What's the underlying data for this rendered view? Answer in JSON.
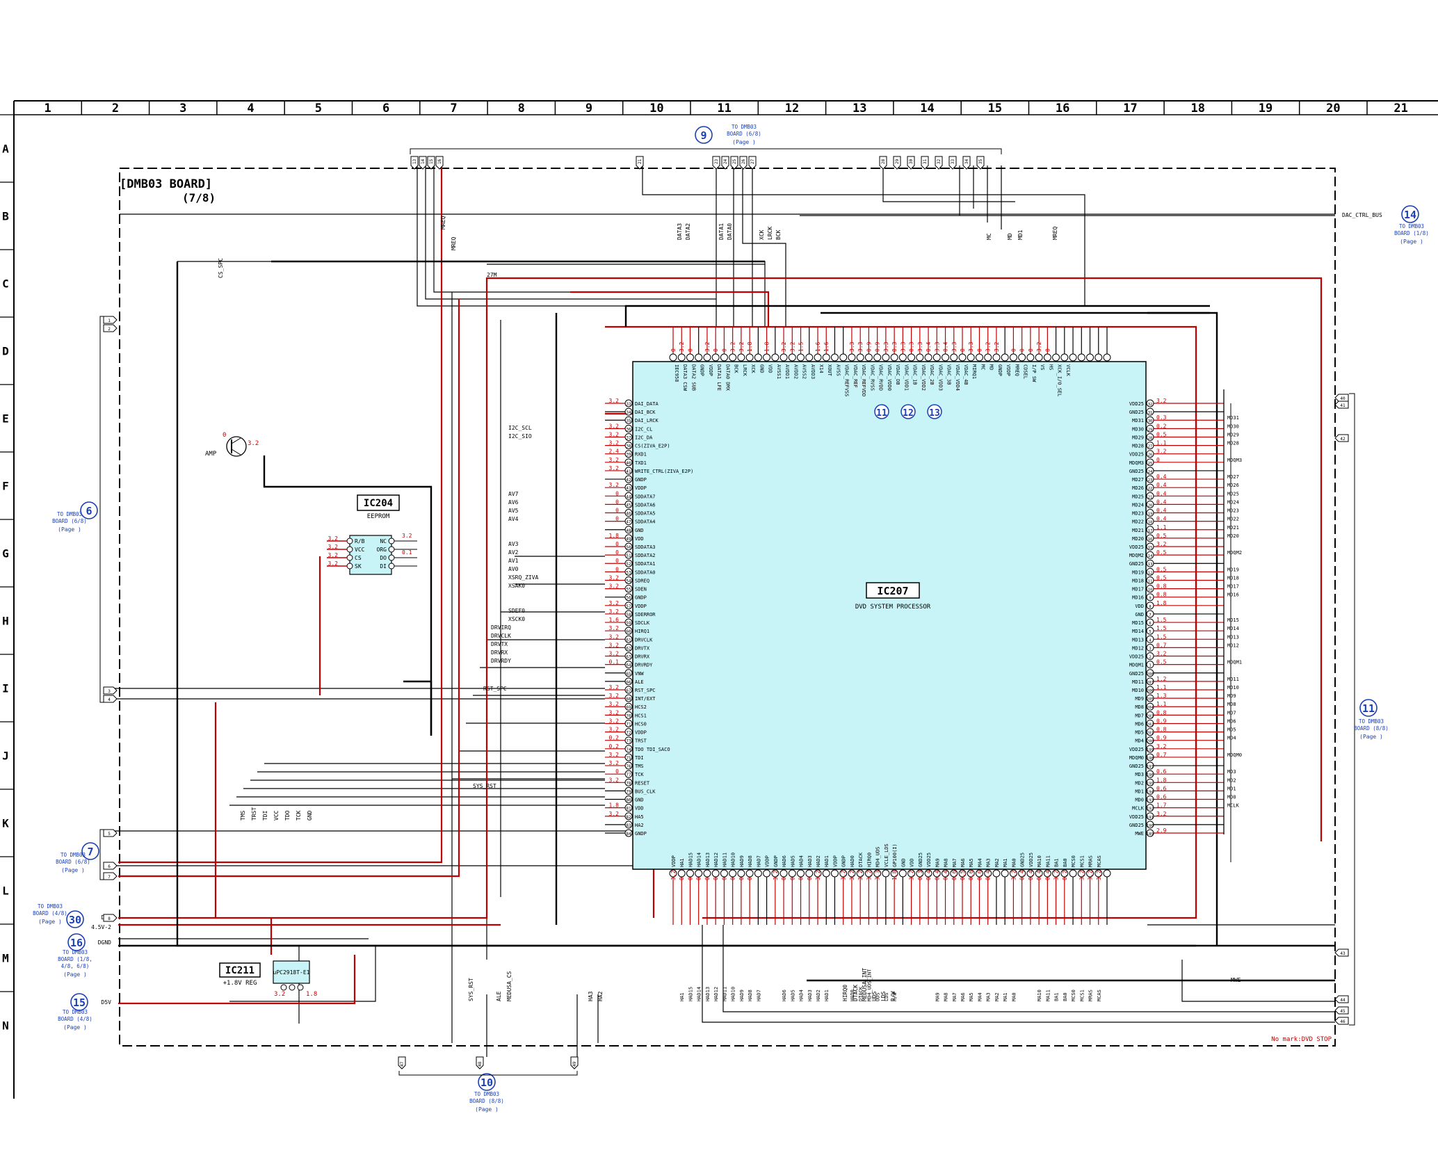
{
  "board_title": "[DMB03 BOARD]",
  "board_page": "(7/8)",
  "columns": [
    "1",
    "2",
    "3",
    "4",
    "5",
    "6",
    "7",
    "8",
    "9",
    "10",
    "11",
    "12",
    "13",
    "14",
    "15",
    "16",
    "17",
    "18",
    "19",
    "20",
    "21"
  ],
  "rows": [
    "A",
    "B",
    "C",
    "D",
    "E",
    "F",
    "G",
    "H",
    "I",
    "J",
    "K",
    "L",
    "M",
    "N"
  ],
  "ic207": {
    "ref": "IC207",
    "desc": "DVD SYSTEM PROCESSOR"
  },
  "ic204": {
    "ref": "IC204",
    "desc": "EEPROM",
    "pins_left": [
      "R/B",
      "VCC",
      "CS",
      "SK"
    ],
    "pins_right": [
      "NC",
      "ORG",
      "DO",
      "DI"
    ]
  },
  "ic211": {
    "ref": "IC211",
    "desc": "+1.8V REG",
    "part": "uPC2918T-E1"
  },
  "amp_label": "AMP",
  "left_pins": [
    {
      "n": "33",
      "name": "DAI_DATA"
    },
    {
      "n": "34",
      "name": "DAI_BCK"
    },
    {
      "n": "35",
      "name": "DAI_LRCK"
    },
    {
      "n": "36",
      "name": "I2C_CL"
    },
    {
      "n": "37",
      "name": "I2C_DA"
    },
    {
      "n": "38",
      "name": "CS(ZIVA_E2P)"
    },
    {
      "n": "39",
      "name": "RXD1"
    },
    {
      "n": "40",
      "name": "TXD1"
    },
    {
      "n": "41",
      "name": "WRITE_CTRL(ZIVA_E2P)"
    },
    {
      "n": "42",
      "name": "GNDP"
    },
    {
      "n": "43",
      "name": "VDDP"
    },
    {
      "n": "44",
      "name": "SDDATA7"
    },
    {
      "n": "45",
      "name": "SDDATA6"
    },
    {
      "n": "46",
      "name": "SDDATA5"
    },
    {
      "n": "47",
      "name": "SDDATA4"
    },
    {
      "n": "48",
      "name": "GND"
    },
    {
      "n": "49",
      "name": "VDD"
    },
    {
      "n": "50",
      "name": "SDDATA3"
    },
    {
      "n": "51",
      "name": "SDDATA2"
    },
    {
      "n": "52",
      "name": "SDDATA1"
    },
    {
      "n": "53",
      "name": "SDDATA0"
    },
    {
      "n": "54",
      "name": "SDREQ"
    },
    {
      "n": "55",
      "name": "SDEN"
    },
    {
      "n": "56",
      "name": "GNDP"
    },
    {
      "n": "57",
      "name": "VDDP"
    },
    {
      "n": "58",
      "name": "SDERROR"
    },
    {
      "n": "59",
      "name": "SDCLK"
    },
    {
      "n": "60",
      "name": "HIRQ1"
    },
    {
      "n": "61",
      "name": "DRVCLK"
    },
    {
      "n": "62",
      "name": "DRVTX"
    },
    {
      "n": "63",
      "name": "DRVRX"
    },
    {
      "n": "64",
      "name": "DRVRDY"
    },
    {
      "n": "65",
      "name": "VNW"
    },
    {
      "n": "66",
      "name": "ALE"
    },
    {
      "n": "67",
      "name": "RST_SPC"
    },
    {
      "n": "68",
      "name": "INT/EXT"
    },
    {
      "n": "69",
      "name": "HCS2"
    },
    {
      "n": "70",
      "name": "HCS1"
    },
    {
      "n": "71",
      "name": "HCS0"
    },
    {
      "n": "72",
      "name": "VDDP"
    },
    {
      "n": "73",
      "name": "TRST"
    },
    {
      "n": "74",
      "name": "TDO TDI_SACO"
    },
    {
      "n": "75",
      "name": "TDI"
    },
    {
      "n": "76",
      "name": "TMS"
    },
    {
      "n": "77",
      "name": "TCK"
    },
    {
      "n": "78",
      "name": "RESET"
    },
    {
      "n": "79",
      "name": "BUS_CLK"
    },
    {
      "n": "80",
      "name": "GND"
    },
    {
      "n": "81",
      "name": "VDD"
    },
    {
      "n": "82",
      "name": "HA5"
    },
    {
      "n": "83",
      "name": "HA2"
    },
    {
      "n": "84",
      "name": "GNDP"
    }
  ],
  "left_voltages": [
    "3.2",
    "",
    "",
    "3.2",
    "3.2",
    "3.2",
    "2.4",
    "3.2",
    "3.2",
    "",
    "3.2",
    "0",
    "0",
    "0",
    "0",
    "",
    "1.8",
    "0",
    "0",
    "0",
    "0",
    "3.2",
    "3.2",
    "",
    "3.2",
    "3.2",
    "1.6",
    "3.2",
    "3.2",
    "3.2",
    "3.2",
    "0.1",
    "",
    "",
    "3.2",
    "3.2",
    "3.2",
    "3.2",
    "3.2",
    "3.2",
    "0.2",
    "0.2",
    "3.2",
    "3.2",
    "0",
    "3.2",
    "",
    "",
    "1.8",
    "3.2",
    "",
    ""
  ],
  "right_pins": [
    {
      "n": "32",
      "name": "VDD25"
    },
    {
      "n": "31",
      "name": "GND25"
    },
    {
      "n": "30",
      "name": "MD31"
    },
    {
      "n": "29",
      "name": "MD30"
    },
    {
      "n": "28",
      "name": "MD29"
    },
    {
      "n": "27",
      "name": "MD28"
    },
    {
      "n": "26",
      "name": "VDD25"
    },
    {
      "n": "25",
      "name": "MDQM3"
    },
    {
      "n": "24",
      "name": "GND25"
    },
    {
      "n": "23",
      "name": "MD27"
    },
    {
      "n": "22",
      "name": "MD26"
    },
    {
      "n": "21",
      "name": "MD25"
    },
    {
      "n": "20",
      "name": "MD24"
    },
    {
      "n": "19",
      "name": "MD23"
    },
    {
      "n": "18",
      "name": "MD22"
    },
    {
      "n": "17",
      "name": "MD21"
    },
    {
      "n": "16",
      "name": "MD20"
    },
    {
      "n": "15",
      "name": "VDD25"
    },
    {
      "n": "14",
      "name": "MDQM2"
    },
    {
      "n": "13",
      "name": "GND25"
    },
    {
      "n": "12",
      "name": "MD19"
    },
    {
      "n": "11",
      "name": "MD18"
    },
    {
      "n": "10",
      "name": "MD17"
    },
    {
      "n": "9",
      "name": "MD16"
    },
    {
      "n": "8",
      "name": "VDD"
    },
    {
      "n": "7",
      "name": "GND"
    },
    {
      "n": "6",
      "name": "MD15"
    },
    {
      "n": "5",
      "name": "MD14"
    },
    {
      "n": "4",
      "name": "MD13"
    },
    {
      "n": "3",
      "name": "MD12"
    },
    {
      "n": "2",
      "name": "VDD25"
    },
    {
      "n": "1",
      "name": "MDQM1"
    },
    {
      "n": "208",
      "name": "GND25"
    },
    {
      "n": "207",
      "name": "MD11"
    },
    {
      "n": "206",
      "name": "MD10"
    },
    {
      "n": "205",
      "name": "MD9"
    },
    {
      "n": "204",
      "name": "MD8"
    },
    {
      "n": "203",
      "name": "MD7"
    },
    {
      "n": "202",
      "name": "MD6"
    },
    {
      "n": "201",
      "name": "MD5"
    },
    {
      "n": "200",
      "name": "MD4"
    },
    {
      "n": "199",
      "name": "VDD25"
    },
    {
      "n": "198",
      "name": "MDQM0"
    },
    {
      "n": "197",
      "name": "GND25"
    },
    {
      "n": "196",
      "name": "MD3"
    },
    {
      "n": "195",
      "name": "MD2"
    },
    {
      "n": "194",
      "name": "MD1"
    },
    {
      "n": "193",
      "name": "MD0"
    },
    {
      "n": "192",
      "name": "MCLK"
    },
    {
      "n": "191",
      "name": "VDD25"
    },
    {
      "n": "190",
      "name": "GND25"
    },
    {
      "n": "189",
      "name": "MWE"
    }
  ],
  "right_voltages": [
    "3.2",
    "",
    "0.3",
    "0.2",
    "0.5",
    "1.1",
    "3.2",
    "0",
    "",
    "0.4",
    "0.4",
    "0.4",
    "0.4",
    "0.4",
    "0.4",
    "1.1",
    "0.5",
    "3.2",
    "0.5",
    "",
    "0.5",
    "0.5",
    "0.8",
    "0.8",
    "1.8",
    "",
    "1.5",
    "1.5",
    "1.5",
    "0.7",
    "3.2",
    "0.5",
    "",
    "1.2",
    "1.1",
    "1.3",
    "1.1",
    "0.8",
    "0.9",
    "0.8",
    "0.9",
    "3.2",
    "0.7",
    "",
    "0.6",
    "1.8",
    "0.6",
    "0.6",
    "1.7",
    "3.2",
    "",
    "2.9"
  ],
  "right_nets": [
    "",
    "",
    "MD31",
    "MD30",
    "MD29",
    "MD28",
    "",
    "MDQM3",
    "",
    "MD27",
    "MD26",
    "MD25",
    "MD24",
    "MD23",
    "MD22",
    "MD21",
    "MD20",
    "",
    "MDQM2",
    "",
    "MD19",
    "MD18",
    "MD17",
    "MD16",
    "",
    "",
    "MD15",
    "MD14",
    "MD13",
    "MD12",
    "",
    "MDQM1",
    "",
    "MD11",
    "MD10",
    "MD9",
    "MD8",
    "MD7",
    "MD6",
    "MD5",
    "MD4",
    "",
    "MDQM0",
    "",
    "MD3",
    "MD2",
    "MD1",
    "MD0",
    "MCLK",
    "",
    "",
    ""
  ],
  "top_pins": [
    {
      "n": "156",
      "name": "IEC958"
    },
    {
      "n": "155",
      "name": "DATA3 CSW"
    },
    {
      "n": "154",
      "name": "DATA2 SUB"
    },
    {
      "n": "153",
      "name": "GNDP"
    },
    {
      "n": "152",
      "name": "VDDP"
    },
    {
      "n": "151",
      "name": "DATA1 LFE"
    },
    {
      "n": "150",
      "name": "DATA0 DMX"
    },
    {
      "n": "149",
      "name": "BCK"
    },
    {
      "n": "148",
      "name": "LRCK"
    },
    {
      "n": "147",
      "name": "XCK"
    },
    {
      "n": "146",
      "name": "GND"
    },
    {
      "n": "145",
      "name": "VDD"
    },
    {
      "n": "144",
      "name": "AVSS1"
    },
    {
      "n": "143",
      "name": "AVDD1"
    },
    {
      "n": "142",
      "name": "AVDD2"
    },
    {
      "n": "141",
      "name": "AVSS2"
    },
    {
      "n": "140",
      "name": "AVDD3"
    },
    {
      "n": "139",
      "name": "X14"
    },
    {
      "n": "138",
      "name": "XOUT"
    },
    {
      "n": "137",
      "name": "AVSS"
    },
    {
      "n": "136",
      "name": "VDAC_REFVSS"
    },
    {
      "n": "135",
      "name": "VDAC_REF"
    },
    {
      "n": "134",
      "name": "VDAC_REFVDD"
    },
    {
      "n": "133",
      "name": "VDAC_RVSS"
    },
    {
      "n": "132",
      "name": "VDAC_RVDD"
    },
    {
      "n": "131",
      "name": "VDAC_VDD0"
    },
    {
      "n": "130",
      "name": "VDAC_DB"
    },
    {
      "n": "129",
      "name": "VDAC_VDD1"
    },
    {
      "n": "128",
      "name": "VDAC_1B"
    },
    {
      "n": "127",
      "name": "VDAC_VDD2"
    },
    {
      "n": "126",
      "name": "VDAC_2B"
    },
    {
      "n": "125",
      "name": "VDAC_VDD3"
    },
    {
      "n": "124",
      "name": "VDAC_3B"
    },
    {
      "n": "123",
      "name": "VDAC_VDD4"
    },
    {
      "n": "122",
      "name": "VDAC_4B"
    },
    {
      "n": "121",
      "name": "MIRQ1"
    },
    {
      "n": "120",
      "name": "MC"
    },
    {
      "n": "119",
      "name": "MD"
    },
    {
      "n": "118",
      "name": "GNDP"
    },
    {
      "n": "117",
      "name": "VDDP"
    },
    {
      "n": "116",
      "name": "MREQ"
    },
    {
      "n": "115",
      "name": "CDSEL"
    },
    {
      "n": "114",
      "name": "I/P SW"
    },
    {
      "n": "113",
      "name": "VS"
    },
    {
      "n": "112",
      "name": "HS"
    },
    {
      "n": "111",
      "name": "XCK_I/O_SEL"
    },
    {
      "n": "110",
      "name": "VCLK"
    },
    {
      "n": "109",
      "name": ""
    },
    {
      "n": "108",
      "name": ""
    },
    {
      "n": "107",
      "name": ""
    },
    {
      "n": "106",
      "name": ""
    },
    {
      "n": "105",
      "name": ""
    }
  ],
  "top_voltages": [
    "0",
    "3.2",
    "0",
    "",
    "3.2",
    "0",
    "0",
    "3.2",
    "3.2",
    "1.8",
    "",
    "1.8",
    "",
    "3.2",
    "3.2",
    "1.5",
    "",
    "1.6",
    "1.6",
    "",
    "",
    "3.3",
    "3.3",
    "0.9",
    "0.9",
    "3.3",
    "0.3",
    "3.3",
    "0.3",
    "3.3",
    "0.4",
    "3.3",
    "0.4",
    "3.3",
    "0",
    "3.3",
    "0",
    "3.2",
    "3.2",
    "",
    "0",
    "0",
    "0",
    "3.2",
    "0",
    "",
    "",
    "",
    "",
    "",
    ""
  ],
  "bottom_pins": [
    {
      "n": "85",
      "name": "VDDP"
    },
    {
      "n": "86",
      "name": "HA1"
    },
    {
      "n": "87",
      "name": "HAD15"
    },
    {
      "n": "88",
      "name": "HAD14"
    },
    {
      "n": "89",
      "name": "HAD13"
    },
    {
      "n": "90",
      "name": "HAD12"
    },
    {
      "n": "91",
      "name": "HAD11"
    },
    {
      "n": "92",
      "name": "HAD10"
    },
    {
      "n": "93",
      "name": "HAD9"
    },
    {
      "n": "94",
      "name": "HAD8"
    },
    {
      "n": "95",
      "name": "HAD7"
    },
    {
      "n": "96",
      "name": "VDDP"
    },
    {
      "n": "97",
      "name": "GNDP"
    },
    {
      "n": "98",
      "name": "HAD6"
    },
    {
      "n": "99",
      "name": "HAD5"
    },
    {
      "n": "100",
      "name": "HAD4"
    },
    {
      "n": "101",
      "name": "HAD3"
    },
    {
      "n": "102",
      "name": "HAD2"
    },
    {
      "n": "103",
      "name": "HAD1"
    },
    {
      "n": "104",
      "name": "VDDP"
    },
    {
      "n": "105",
      "name": "GNDP"
    },
    {
      "n": "106",
      "name": "HAD0"
    },
    {
      "n": "107",
      "name": "DTACK"
    },
    {
      "n": "108",
      "name": "HIRQ0"
    },
    {
      "n": "109",
      "name": "MD4_UDS"
    },
    {
      "n": "110",
      "name": "VCLE_LDS"
    },
    {
      "n": "111",
      "name": "GP100(I)"
    },
    {
      "n": "112",
      "name": "GND"
    },
    {
      "n": "113",
      "name": "VDD"
    },
    {
      "n": "114",
      "name": "GND25"
    },
    {
      "n": "115",
      "name": "VDD25"
    },
    {
      "n": "116",
      "name": "MA9"
    },
    {
      "n": "117",
      "name": "MA8"
    },
    {
      "n": "118",
      "name": "MA7"
    },
    {
      "n": "119",
      "name": "MA6"
    },
    {
      "n": "120",
      "name": "MA5"
    },
    {
      "n": "121",
      "name": "MA4"
    },
    {
      "n": "122",
      "name": "MA3"
    },
    {
      "n": "123",
      "name": "MA2"
    },
    {
      "n": "124",
      "name": "MA1"
    },
    {
      "n": "125",
      "name": "MA0"
    },
    {
      "n": "126",
      "name": "GND25"
    },
    {
      "n": "127",
      "name": "VDD25"
    },
    {
      "n": "128",
      "name": "MA10"
    },
    {
      "n": "129",
      "name": "MA11"
    },
    {
      "n": "130",
      "name": "BA1"
    },
    {
      "n": "131",
      "name": "BA0"
    },
    {
      "n": "132",
      "name": "MCS0"
    },
    {
      "n": "133",
      "name": "MCS1"
    },
    {
      "n": "134",
      "name": "MRAS"
    },
    {
      "n": "135",
      "name": "MCAS"
    },
    {
      "n": "136",
      "name": ""
    }
  ],
  "bottom_voltages": [
    "3.2",
    "0",
    "0",
    "0",
    "0",
    "0",
    "0",
    "0",
    "0",
    "0",
    "",
    "",
    "3.2",
    "0",
    "0",
    "0",
    "0",
    "3.2",
    "",
    "",
    "3.2",
    "3.2",
    "3.2",
    "3.2",
    "3.3",
    "",
    "1.8",
    "",
    "3.2",
    "0.3",
    "0.4",
    "0.4",
    "0.4",
    "0.6",
    "0.5",
    "0.6",
    "0.6",
    "0.4",
    "",
    "",
    "3.2",
    "0.4",
    "0.4",
    "0.4",
    "0.4",
    "3.2",
    "0.2",
    "",
    "3.2",
    "3.2",
    "3.2"
  ],
  "bottom_nets": [
    "",
    "HA1",
    "HAD15",
    "HAD14",
    "HAD13",
    "HAD12",
    "HAD11",
    "HAD10",
    "HAD9",
    "HAD8",
    "HAD7",
    "",
    "",
    "HAD6",
    "HAD5",
    "HAD4",
    "HAD3",
    "HAD2",
    "HAD1",
    "",
    "",
    "HAD0",
    "DTACK",
    "MD4_UDS_INT",
    "UDS",
    "LDS",
    "R/W",
    "",
    "",
    "",
    "",
    "MA9",
    "MA8",
    "MA7",
    "MA6",
    "MA5",
    "MA4",
    "MA3",
    "MA2",
    "MA1",
    "MA0",
    "",
    "",
    "MA10",
    "MA11",
    "BA1",
    "BA0",
    "MCS0",
    "MCS1",
    "MRAS",
    "MCAS"
  ],
  "top_nets": [
    "DATA3",
    "DATA2",
    "DATA1",
    "DATA0",
    "XCK",
    "LRCK",
    "BCK",
    "MC",
    "MD",
    "MD1",
    "MREQ"
  ],
  "left_nets": [
    "I2C_SCL",
    "I2C_SIO",
    "AV7",
    "AV6",
    "AV5",
    "AV4",
    "AV3",
    "AV2",
    "AV1",
    "AV0",
    "XSRQ_ZIVA",
    "XSAK0",
    "SDEF0",
    "XSCK0",
    "DRVIRQ",
    "DRVCLK",
    "DRVTX",
    "DRVRX",
    "DRVRDY",
    "RST_SPC",
    "SYS_RST",
    "CS_SPC",
    "27M",
    "MREQ",
    "MREQ"
  ],
  "jtag_labels": [
    "TMS",
    "TRST",
    "TDI",
    "VCC",
    "TDO",
    "TCK",
    "GND"
  ],
  "bottom_misc_labels": [
    "SYS_RST",
    "ALE",
    "MEDUSA_CS",
    "HA3",
    "HA2",
    "DTACK",
    "MEDUSA_INT",
    "UDS",
    "LDS",
    "R/W",
    "HIRQ0",
    "MWE"
  ],
  "connectors": {
    "c9": {
      "num": "9",
      "text": "TO DMB03 BOARD (6/8)",
      "page": "(Page    )"
    },
    "c14": {
      "num": "14",
      "text": "TO DMB03 BOARD (1/8)",
      "page": "(Page    )",
      "signal": "DAC_CTRL_BUS"
    },
    "c6": {
      "num": "6",
      "text": "TO DMB03 BOARD (6/8)",
      "page": "(Page    )"
    },
    "c7": {
      "num": "7",
      "text": "TO DMB03 BOARD (6/8)",
      "page": "(Page    )"
    },
    "c30": {
      "num": "30",
      "text": "TO DMB03 BOARD (4/8)",
      "page": "(Page    )",
      "signal": "D5V"
    },
    "c16": {
      "num": "16",
      "text": "TO DMB03 BOARD (1/8, 4/8, 6/8)",
      "page": "(Page    )",
      "signal": "DGND",
      "extra": "4.5V-2"
    },
    "c15": {
      "num": "15",
      "text": "TO DMB03 BOARD (4/8)",
      "page": "(Page    )",
      "signal": "D5V"
    },
    "c10": {
      "num": "10",
      "text": "TO DMB03 BOARD (8/8)",
      "page": "(Page    )"
    },
    "c11": {
      "num": "11",
      "text": "TO DMB03 BOARD (8/8)",
      "page": "(Page    )"
    }
  },
  "arrow_nums_top": [
    "13",
    "14",
    "15",
    "16",
    "21",
    "23",
    "24",
    "25",
    "26",
    "27",
    "28",
    "29",
    "30",
    "31",
    "32",
    "33",
    "34",
    "35"
  ],
  "markers_ic": [
    "11",
    "12",
    "13"
  ],
  "conn_left_pins": [
    "1",
    "2",
    "3",
    "4",
    "5",
    "6",
    "7",
    "8"
  ],
  "conn_right_pins": [
    "40",
    "41",
    "42",
    "43",
    "44",
    "45",
    "46"
  ],
  "conn_bottom_pins": [
    "47",
    "48",
    "49"
  ],
  "footnote": "No mark:DVD STOP",
  "colors": {
    "red": "#c00000",
    "blue": "#1a3fb5",
    "ic_fill": "#c8f4f8",
    "black": "#000000"
  }
}
